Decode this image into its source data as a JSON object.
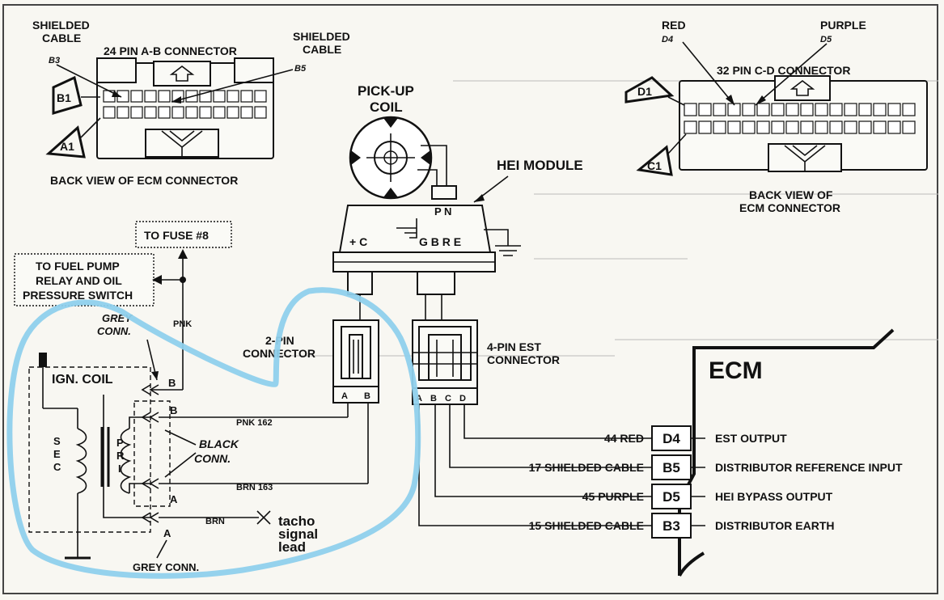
{
  "connector_ab": {
    "title": "24 PIN A-B CONNECTOR",
    "caption": "BACK VIEW OF ECM CONNECTOR",
    "shielded_left": [
      "SHIELDED",
      "CABLE"
    ],
    "shielded_right": [
      "SHIELDED",
      "CABLE"
    ],
    "pin_b3": "B3",
    "pin_b5": "B5",
    "marker_b1": "B1",
    "marker_a1": "A1"
  },
  "connector_cd": {
    "title": "32 PIN C-D CONNECTOR",
    "caption": [
      "BACK VIEW OF",
      "ECM CONNECTOR"
    ],
    "red": "RED",
    "red_pin": "D4",
    "purple": "PURPLE",
    "purple_pin": "D5",
    "marker_d1": "D1",
    "marker_c1": "C1"
  },
  "pickup_coil": [
    "PICK-UP",
    "COIL"
  ],
  "hei_module": {
    "title": "HEI MODULE",
    "pn": "P N",
    "plus_c": "+ C",
    "gbre": "G B R E"
  },
  "fuse": "TO FUSE #8",
  "fuel_pump": [
    "TO FUEL PUMP",
    "RELAY AND OIL",
    "PRESSURE SWITCH"
  ],
  "grey_conn_top": [
    "GREY",
    "CONN."
  ],
  "grey_conn_bottom": "GREY CONN.",
  "ign_coil": "IGN. COIL",
  "sec": [
    "S",
    "E",
    "C"
  ],
  "pri": [
    "P",
    "R",
    "I"
  ],
  "black_conn": [
    "BLACK",
    "CONN."
  ],
  "two_pin": {
    "label": [
      "2-PIN",
      "CONNECTOR"
    ],
    "pins": [
      "A",
      "B"
    ]
  },
  "four_pin": {
    "label": [
      "4-PIN EST",
      "CONNECTOR"
    ],
    "pins": [
      "A",
      "B",
      "C",
      "D"
    ]
  },
  "coil_terminals": {
    "b1": "B",
    "b2": "B",
    "a1": "A",
    "a2": "A"
  },
  "wires": {
    "pnk": "PNK",
    "pnk162": "PNK 162",
    "brn163": "BRN 163",
    "brn": "BRN"
  },
  "tacho": [
    "tacho",
    "signal",
    "lead"
  ],
  "ecm": {
    "title": "ECM",
    "rows": [
      {
        "wire": "44 RED",
        "pin": "D4",
        "function": "EST OUTPUT"
      },
      {
        "wire": "17 SHIELDED CABLE",
        "pin": "B5",
        "function": "DISTRIBUTOR REFERENCE INPUT"
      },
      {
        "wire": "45 PURPLE",
        "pin": "D5",
        "function": "HEI BYPASS OUTPUT"
      },
      {
        "wire": "15 SHIELDED CABLE",
        "pin": "B3",
        "function": "DISTRIBUTOR EARTH"
      }
    ]
  },
  "highlight_color": "#8fd0ec"
}
